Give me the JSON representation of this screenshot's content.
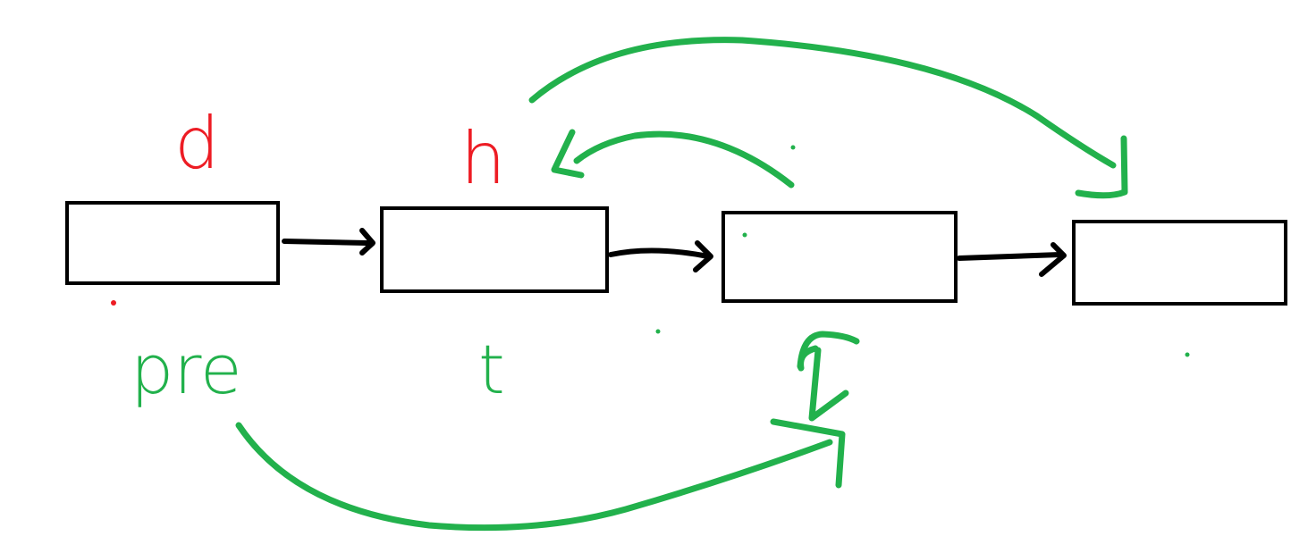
{
  "colors": {
    "pointer_label": "#ed1c24",
    "variable_label": "#22b14c",
    "node": "#000000"
  },
  "nodes": [
    {
      "top_label": "d",
      "bottom_label": "pre"
    },
    {
      "top_label": "h",
      "bottom_label": "t"
    },
    {
      "top_label": "",
      "bottom_label": ""
    },
    {
      "top_label": "",
      "bottom_label": ""
    }
  ]
}
